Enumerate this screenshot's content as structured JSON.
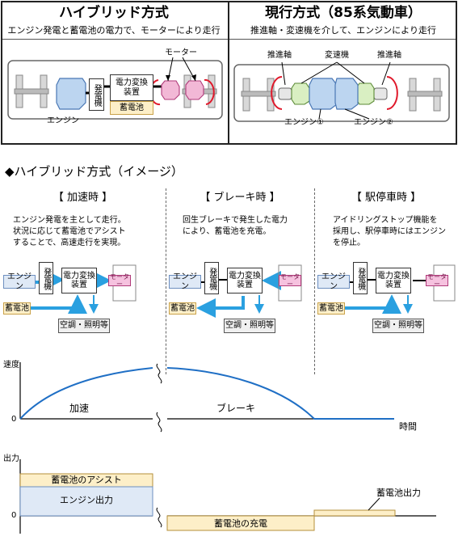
{
  "top": {
    "hybrid": {
      "title": "ハイブリッド方式",
      "subtitle": "エンジン発電と蓄電池の電力で、モーターにより走行",
      "label_motor": "モーター",
      "label_generator": "発電機",
      "label_converter": "電力変換装置",
      "label_battery": "蓄電池",
      "label_engine": "エンジン"
    },
    "current": {
      "title": "現行方式（85系気動車）",
      "subtitle": "推進軸・変速機を介して、エンジンにより走行",
      "label_shaft_left": "推進軸",
      "label_transmission": "変速機",
      "label_shaft_right": "推進軸",
      "label_engine1": "エンジン①",
      "label_engine2": "エンジン②"
    }
  },
  "section_heading": "◆ハイブリッド方式（イメージ）",
  "phases": [
    {
      "title": "【 加速時 】",
      "desc_lines": [
        "エンジン発電を主として走行。",
        "状況に応じて蓄電池でアシスト",
        "することで、高速走行を実現。"
      ],
      "engine": "エンジン",
      "generator": "発電機",
      "converter": "電力変換装置",
      "motor": "モーター",
      "battery": "蓄電池",
      "aux": "空調・照明等"
    },
    {
      "title": "【 ブレーキ時 】",
      "desc_lines": [
        "回生ブレーキで発生した電力",
        "により、蓄電池を充電。"
      ],
      "engine": "エンジン",
      "generator": "発電機",
      "converter": "電力変換装置",
      "motor": "モーター",
      "battery": "蓄電池",
      "aux": "空調・照明等"
    },
    {
      "title": "【 駅停車時 】",
      "desc_lines": [
        "アイドリングストップ機能を",
        "採用し、駅停車時にはエンジン",
        "を停止。"
      ],
      "engine": "エンジン",
      "generator": "発電機",
      "converter": "電力変換装置",
      "motor": "モーター",
      "battery": "蓄電池",
      "aux": "空調・照明等"
    }
  ],
  "speed_chart": {
    "ylabel": "速度",
    "xlabel": "時間",
    "zero": "0",
    "label_accel": "加速",
    "label_brake": "ブレーキ"
  },
  "output_chart": {
    "ylabel": "出力",
    "zero": "0",
    "label_assist": "蓄電池のアシスト",
    "label_engine_output": "エンジン出力",
    "label_charge": "蓄電池の充電",
    "label_battery_output": "蓄電池出力"
  },
  "colors": {
    "blue_line": "#1f6fc5",
    "arrow_blue": "#2aa0e0",
    "box_blue": "#dfe9f6",
    "box_yellow": "#fdefc8",
    "motor_pink": "#f6c2df",
    "trans_green": "#d9efc2"
  }
}
